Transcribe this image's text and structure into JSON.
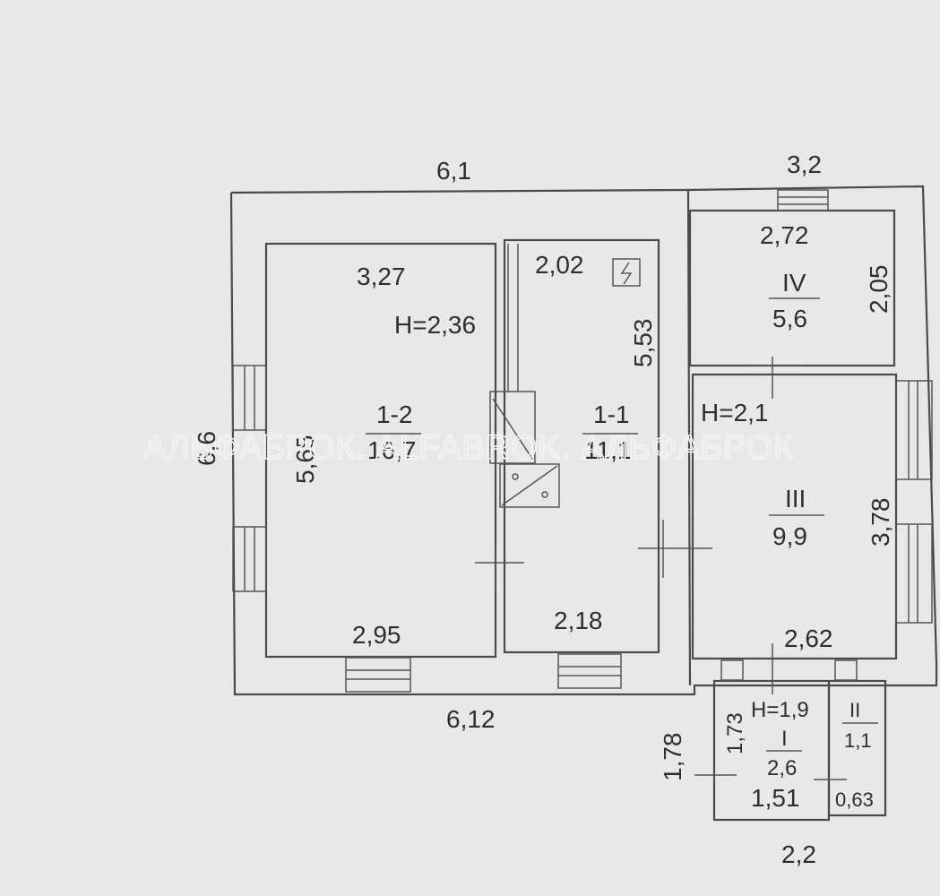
{
  "outer_dims": {
    "top_main": "6,1",
    "top_annex": "3,2",
    "left": "6,6",
    "bottom_main": "6,12",
    "vestibule_left": "1,78",
    "vestibule_bottom": "2,2"
  },
  "rooms": {
    "r12": {
      "number": "1-2",
      "area": "16,7",
      "width_top": "3,27",
      "width_bottom": "2,95",
      "length": "5,65",
      "height": "H=2,36"
    },
    "r11": {
      "number": "1-1",
      "area": "11,1",
      "width_top": "2,02",
      "width_bottom": "2,18",
      "length": "5,53"
    },
    "r4": {
      "number": "IV",
      "area": "5,6",
      "width": "2,72",
      "length": "2,05"
    },
    "r3": {
      "number": "III",
      "area": "9,9",
      "width": "2,62",
      "length": "3,78",
      "height": "H=2,1"
    },
    "r1": {
      "number": "I",
      "area": "2,6",
      "width": "1,51",
      "length": "1,73",
      "height": "H=1,9"
    },
    "r2": {
      "number": "II",
      "area": "1,1",
      "width": "0,63"
    }
  },
  "watermark": "АЛЬФАБРОК. ALFABROK. АЛЬФАБРОК"
}
